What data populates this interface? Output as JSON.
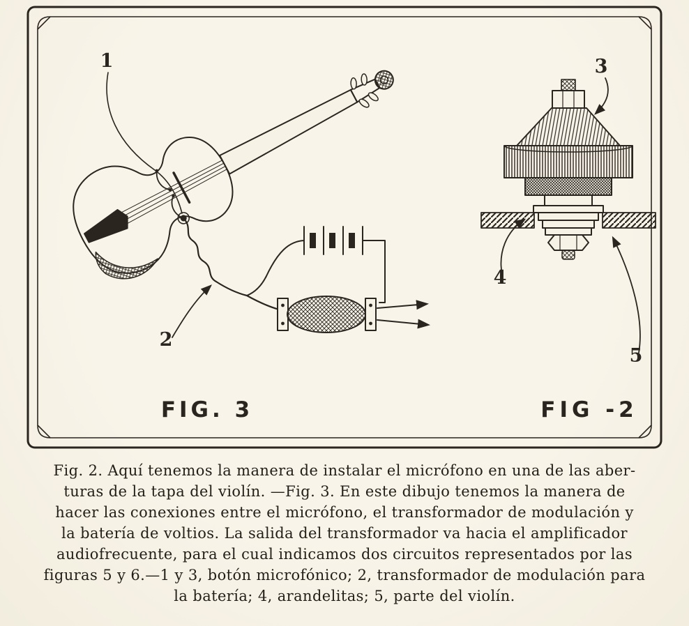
{
  "colors": {
    "paper": "#f6f2e6",
    "ink": "#2b2520"
  },
  "panel": {
    "fig3_label": "FIG. 3",
    "fig2_label": "FIG -2",
    "callouts": {
      "c1": "1",
      "c2": "2",
      "c3": "3",
      "c4": "4",
      "c5": "5"
    }
  },
  "caption": {
    "lines": [
      "Fig. 2. Aquí tenemos la manera de instalar el micrófono en una de las aber-",
      "turas de la tapa del violín. —Fig. 3. En este dibujo tenemos la manera de",
      "hacer las conexiones entre el micrófono, el transformador de modulación y",
      "la batería de voltios. La salida del transformador va hacia el amplificador",
      "audiofrecuente, para el cual indicamos dos circuitos representados por las",
      "figuras 5 y 6.—1 y 3, botón microfónico; 2, transformador de modulación para",
      "la batería; 4, arandelitas; 5, parte del violín."
    ]
  }
}
